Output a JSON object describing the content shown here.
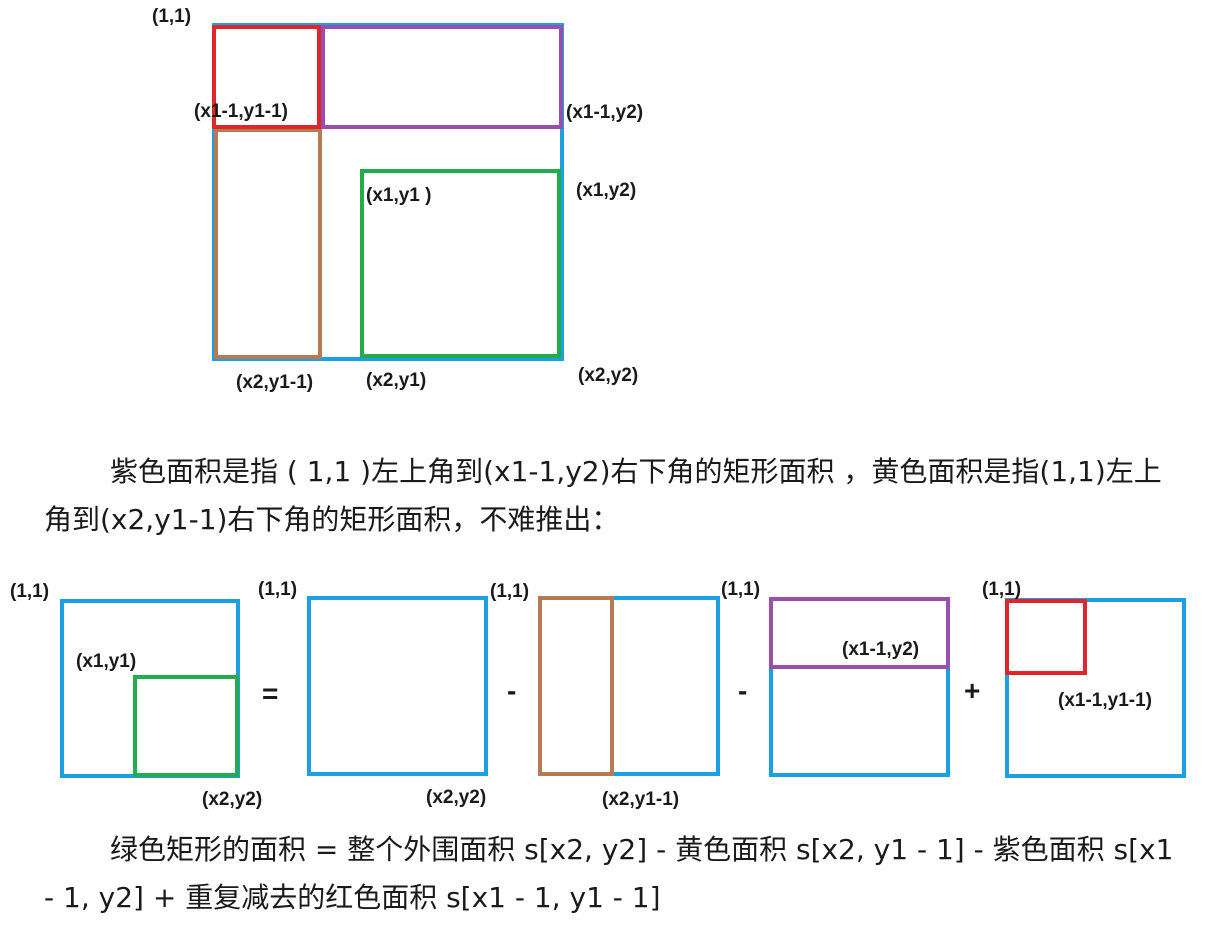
{
  "colors": {
    "outer": "#1ba1e2",
    "red": "#e0262b",
    "purple": "#9b4fad",
    "brown": "#b87a52",
    "green": "#22ac4b"
  },
  "top": {
    "labels": {
      "origin": "(1,1)",
      "red_corner": "(x1-1,y1-1)",
      "purple_corner": "(x1-1,y2)",
      "green_start": "(x1,y1 )",
      "green_right": "(x1,y2)",
      "brown_corner": "(x2,y1-1)",
      "green_bottom": "(x2,y1)",
      "outer_corner": "(x2,y2)"
    }
  },
  "text": {
    "para1": "紫色面积是指 ( 1,1 )左上角到(x1-1,y2)右下角的矩形面积 ，黄色面积是指(1,1)左上角到(x2,y1-1)右下角的矩形面积，不难推出：",
    "para2": "绿色矩形的面积 = 整个外围面积 s[x2, y2] - 黄色面积 s[x2, y1 - 1] - 紫色面积 s[x1 - 1, y2] + 重复减去的红色面积 s[x1 - 1, y1 - 1]"
  },
  "formula": {
    "op_equals": "=",
    "op_minus1": "-",
    "op_minus2": "-",
    "op_plus": "+",
    "p1": {
      "origin": "(1,1)",
      "start": "(x1,y1)",
      "end": "(x2,y2)"
    },
    "p2": {
      "origin": "(1,1)",
      "end": "(x2,y2)"
    },
    "p3": {
      "origin": "(1,1)",
      "end": "(x2,y1-1)"
    },
    "p4": {
      "origin": "(1,1)",
      "end": "(x1-1,y2)"
    },
    "p5": {
      "origin": "(1,1)",
      "end": "(x1-1,y1-1)"
    }
  }
}
